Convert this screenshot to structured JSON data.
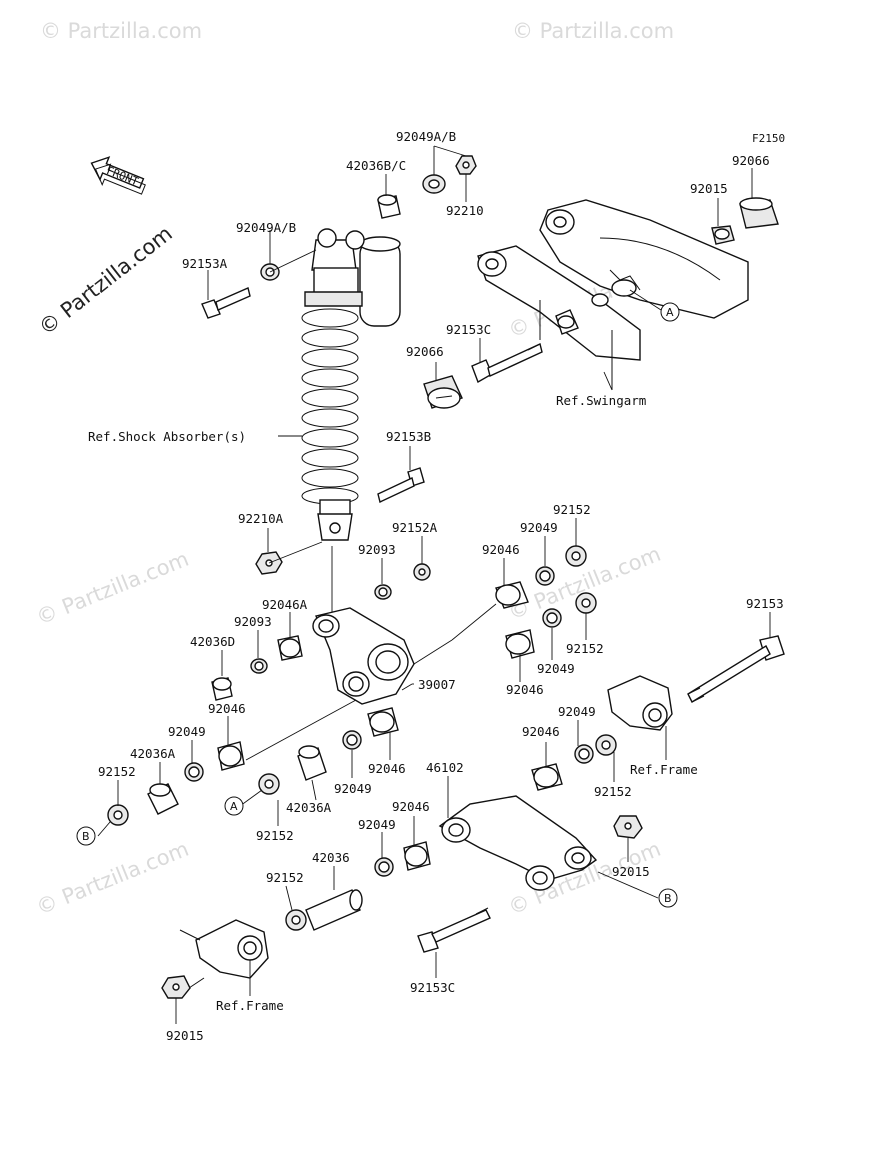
{
  "diagram": {
    "figure_code": "F2150",
    "front_arrow_text": "FRONT",
    "watermark_text": "© Partzilla.com",
    "main_watermark_text": "© Partzilla.com",
    "circle_markers": {
      "a": "A",
      "b": "B"
    },
    "part_labels": {
      "p_92049AB_top": "92049A/B",
      "p_42036BC": "42036B/C",
      "p_92210": "92210",
      "p_92049AB_left": "92049A/B",
      "p_92153A": "92153A",
      "p_92066_top": "92066",
      "p_92015_top": "92015",
      "p_92153C_top": "92153C",
      "p_92066_mid": "92066",
      "p_92153B": "92153B",
      "p_92210A": "92210A",
      "p_92152A": "92152A",
      "p_92093_top": "92093",
      "p_92046_top": "92046",
      "p_92049_top": "92049",
      "p_92152_top": "92152",
      "p_92046A": "92046A",
      "p_92093_left": "92093",
      "p_42036D": "42036D",
      "p_39007": "39007",
      "p_92046_mid": "92046",
      "p_92049_mid": "92049",
      "p_92152_mid": "92152",
      "p_92153": "92153",
      "p_92046_left": "92046",
      "p_92049_left": "92049",
      "p_42036A_left": "42036A",
      "p_92152_left": "92152",
      "p_42036A_center": "42036A",
      "p_92049_center": "92049",
      "p_92046_center": "92046",
      "p_92152_center": "92152",
      "p_92049_right": "92049",
      "p_92046_right": "92046",
      "p_92152_right": "92152",
      "p_46102": "46102",
      "p_92049_low": "92049",
      "p_92046_low": "92046",
      "p_42036": "42036",
      "p_92152_low": "92152",
      "p_92015_right": "92015",
      "p_92153C_bottom": "92153C",
      "p_92015_bottom": "92015"
    },
    "reference_labels": {
      "swingarm": "Ref.Swingarm",
      "shock": "Ref.Shock Absorber(s)",
      "frame_right": "Ref.Frame",
      "frame_left": "Ref.Frame"
    }
  }
}
